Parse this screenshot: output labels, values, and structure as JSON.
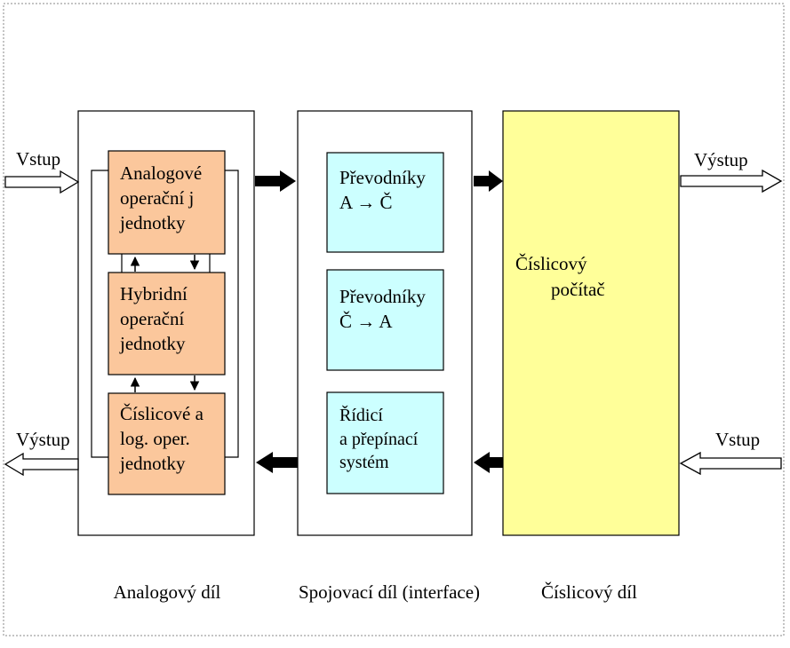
{
  "colors": {
    "orange_fill": "#fbc79c",
    "cyan_fill": "#ccffff",
    "yellow_fill": "#ffff99",
    "stroke": "#000000",
    "frame": "#999999"
  },
  "io": {
    "input_left": "Vstup",
    "output_left": "Výstup",
    "output_right": "Výstup",
    "input_right": "Vstup"
  },
  "analog": {
    "unit1": "Analogové\noperační j\njednotky",
    "unit2": "Hybridní\noperační\njednotky",
    "unit3": "Číslicové a\nlog. oper.\njednotky",
    "caption": "Analogový díl"
  },
  "interface": {
    "box1": "Převodníky\nA → Č",
    "box2": "Převodníky\nČ → A",
    "box3": "Řídicí\na přepínací\nsystém",
    "caption": "Spojovací díl (interface)"
  },
  "digital": {
    "label_line1": "Číslicový",
    "label_line2": "počítač",
    "caption": "Číslicový díl"
  }
}
